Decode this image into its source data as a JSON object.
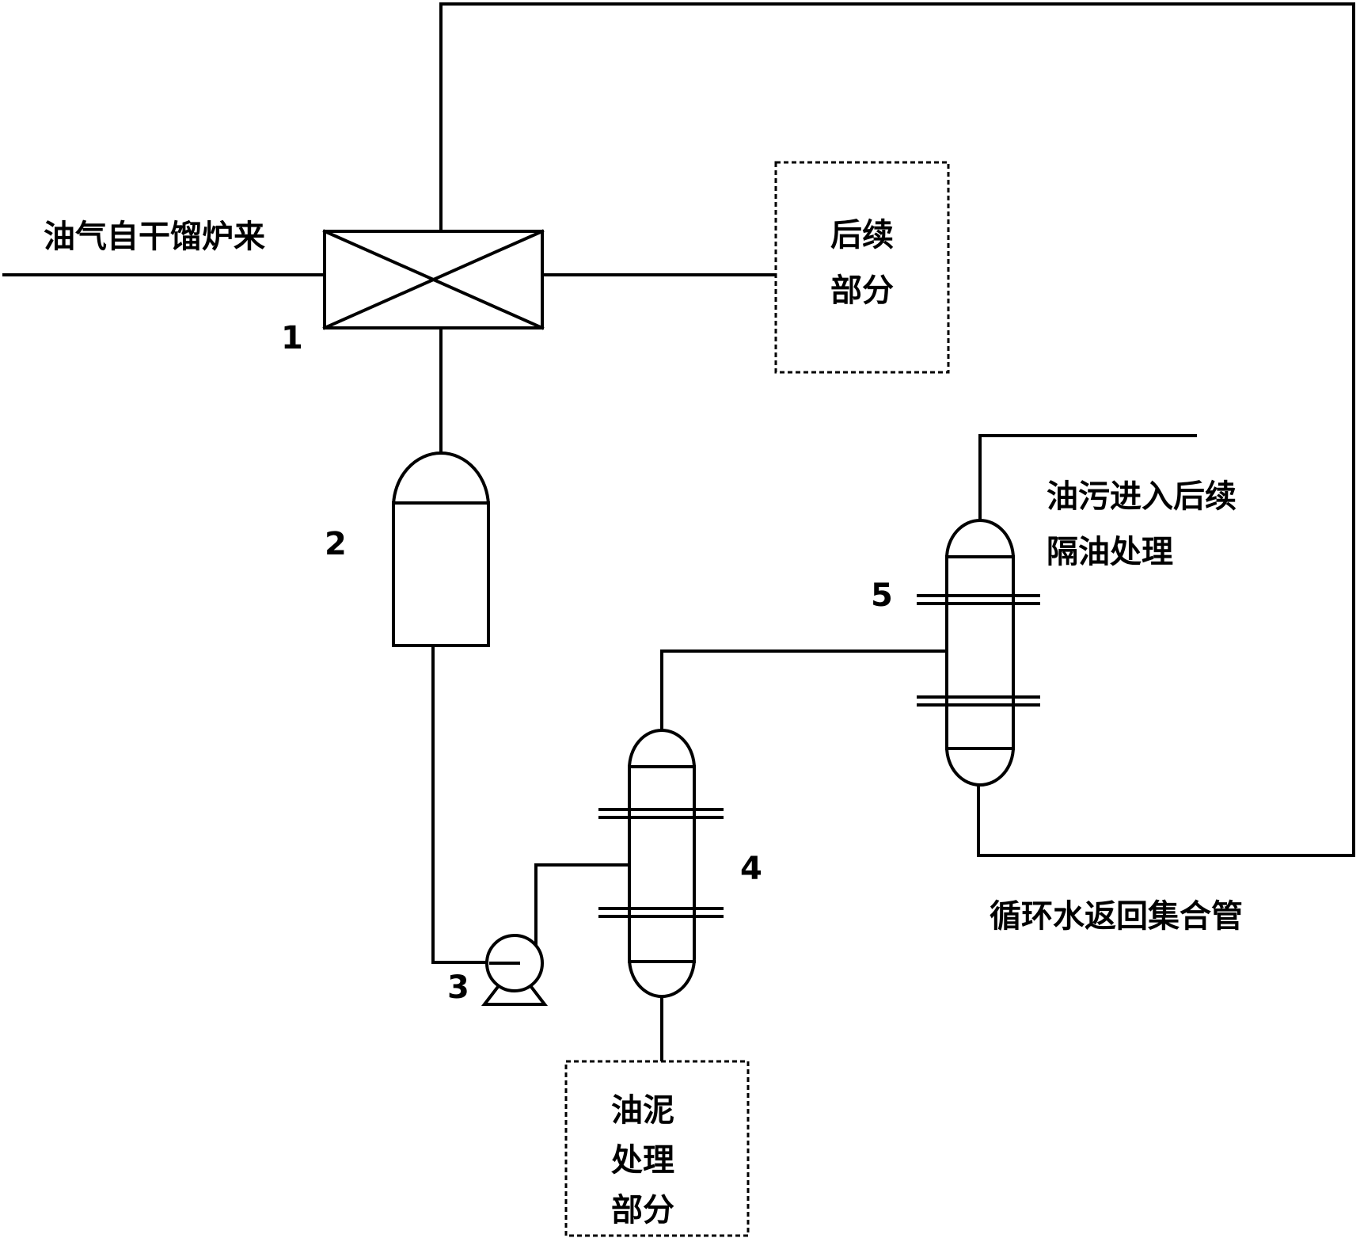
{
  "labels": {
    "inlet": "油气自干馏炉来",
    "downstream_line1": "后续",
    "downstream_line2": "部分",
    "oily_line1": "油污进入后续",
    "oily_line2": "隔油处理",
    "return": "循环水返回集合管",
    "sludge_line1": "油泥",
    "sludge_line2": "处理",
    "sludge_line3": "部分"
  },
  "equipment": {
    "heat_exchanger": {
      "number": "1",
      "icon": "crossed-box-exchanger-icon"
    },
    "drum": {
      "number": "2",
      "icon": "vertical-drum-icon"
    },
    "pump": {
      "number": "3",
      "icon": "centrifugal-pump-icon"
    },
    "separator_a": {
      "number": "4",
      "icon": "vertical-vessel-icon"
    },
    "separator_b": {
      "number": "5",
      "icon": "vertical-vessel-icon"
    }
  },
  "colors": {
    "line": "#000000",
    "background": "#ffffff"
  }
}
